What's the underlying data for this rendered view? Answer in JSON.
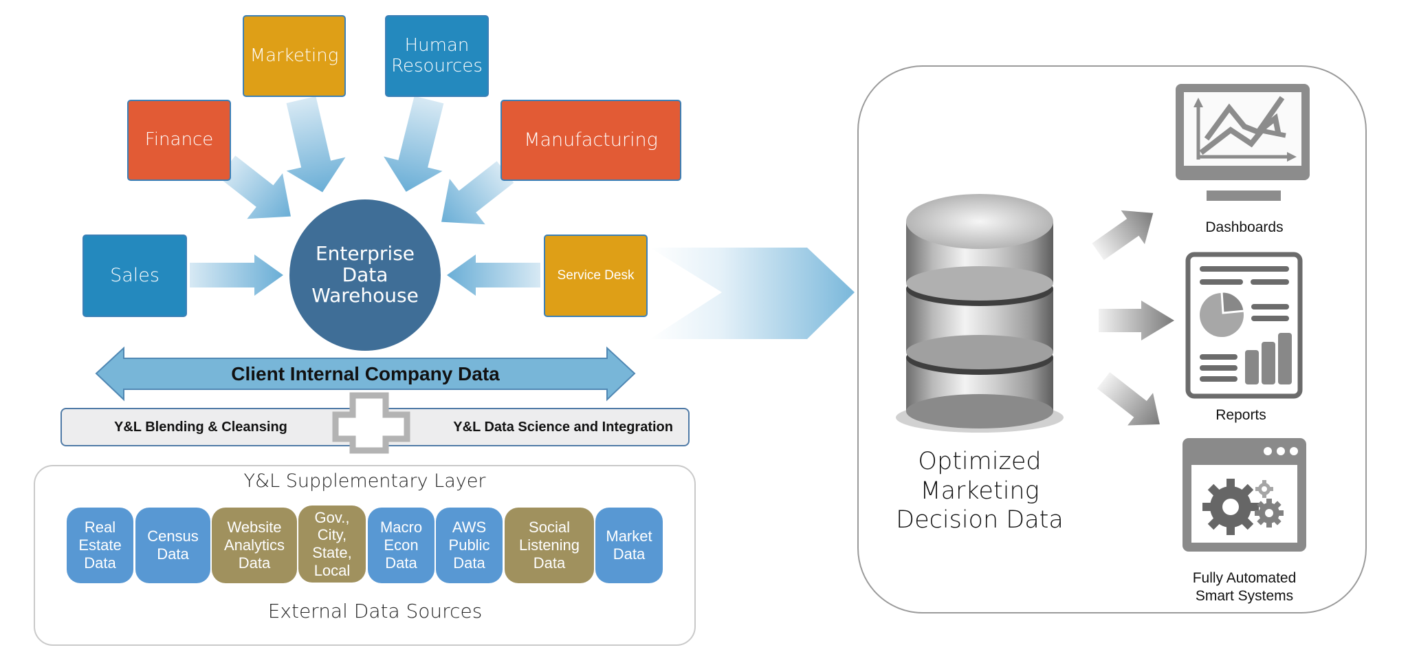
{
  "departments": {
    "marketing": "Marketing",
    "human_resources": "Human\nResources",
    "finance": "Finance",
    "manufacturing": "Manufacturing",
    "sales": "Sales",
    "service_desk": "Service Desk"
  },
  "hub": {
    "label": "Enterprise\nData\nWarehouse"
  },
  "internal_arrow": {
    "label": "Client Internal Company Data"
  },
  "processing_band": {
    "left_label": "Y&L Blending & Cleansing",
    "right_label": "Y&L Data Science and Integration"
  },
  "supplementary": {
    "title": "Y&L Supplementary Layer",
    "sources": [
      {
        "label": "Real\nEstate\nData",
        "color": "#5898d3"
      },
      {
        "label": "Census\nData",
        "color": "#5898d3"
      },
      {
        "label": "Website\nAnalytics\nData",
        "color": "#a0915e"
      },
      {
        "label": "Gov.,\nCity,\nState,\nLocal",
        "color": "#a0915e"
      },
      {
        "label": "Macro\nEcon\nData",
        "color": "#5898d3"
      },
      {
        "label": "AWS\nPublic\nData",
        "color": "#5898d3"
      },
      {
        "label": "Social\nListening\nData",
        "color": "#a0915e"
      },
      {
        "label": "Market\nData",
        "color": "#5898d3"
      }
    ],
    "external_arrow_label": "External Data Sources"
  },
  "output_panel": {
    "database_label": "Optimized\nMarketing\nDecision Data",
    "outputs": [
      {
        "label": "Dashboards",
        "icon": "monitor-chart-icon"
      },
      {
        "label": "Reports",
        "icon": "report-document-icon"
      },
      {
        "label": "Fully Automated\nSmart Systems",
        "icon": "gears-window-icon"
      }
    ]
  },
  "colors": {
    "orange": "#e25b35",
    "gold": "#de9f17",
    "blue": "#2489be",
    "hub": "#3f6e97",
    "arrow_blue": "#78b6d8",
    "source_blue": "#5898d3",
    "source_olive": "#a0915e",
    "icon_gray": "#8a8a8a"
  }
}
